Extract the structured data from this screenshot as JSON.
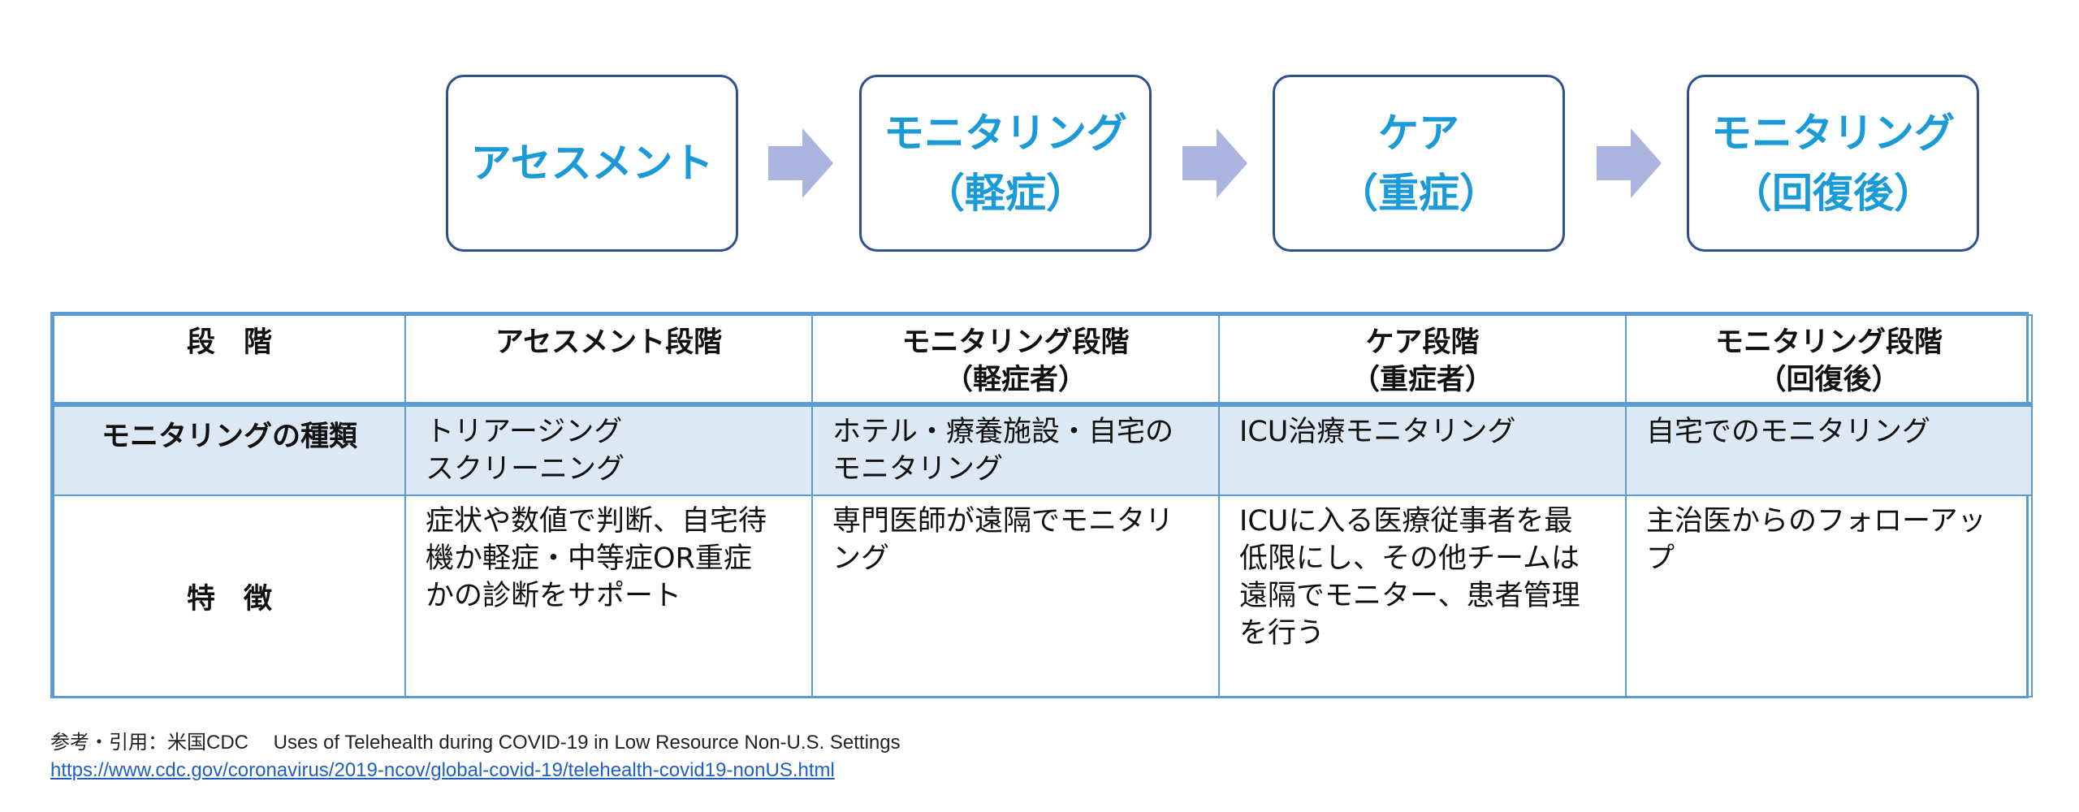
{
  "flow": {
    "stages": [
      {
        "line1": "アセスメント",
        "line2": ""
      },
      {
        "line1": "モニタリング",
        "line2": "（軽症）"
      },
      {
        "line1": "ケア",
        "line2": "（重症）"
      },
      {
        "line1": "モニタリング",
        "line2": "（回復後）"
      }
    ],
    "colors": {
      "stage_text": "#1a9ad6",
      "stage_border": "#2f4f8f",
      "arrow": "#aab4df"
    },
    "arrow_icon": "right-block-arrow-icon"
  },
  "table": {
    "header": {
      "label": "段　階",
      "cols": [
        {
          "line1": "アセスメント段階",
          "line2": ""
        },
        {
          "line1": "モニタリング段階",
          "line2": "（軽症者）"
        },
        {
          "line1": "ケア段階",
          "line2": "（重症者）"
        },
        {
          "line1": "モニタリング段階",
          "line2": "（回復後）"
        }
      ]
    },
    "rows": [
      {
        "label": "モニタリングの種類",
        "cells": [
          "トリアージング\nスクリーニング",
          "ホテル・療養施設・自宅の\nモニタリング",
          "ICU治療モニタリング",
          "自宅でのモニタリング"
        ]
      },
      {
        "label": "特　徴",
        "cells": [
          "症状や数値で判断、自宅待\n機か軽症・中等症OR重症\nかの診断をサポート",
          "専門医師が遠隔でモニタリ\nング",
          "ICUに入る医療従事者を最\n低限にし、その他チームは\n遠隔でモニター、患者管理\nを行う",
          "主治医からのフォローアッ\nプ"
        ]
      }
    ],
    "colors": {
      "border": "#5b9bd5",
      "type_row_bg": "#dde8f5"
    }
  },
  "source": {
    "text": "参考・引用：米国CDC　 Uses of Telehealth during COVID-19 in Low Resource Non-U.S. Settings",
    "link": "https://www.cdc.gov/coronavirus/2019-ncov/global-covid-19/telehealth-covid19-nonUS.html"
  }
}
